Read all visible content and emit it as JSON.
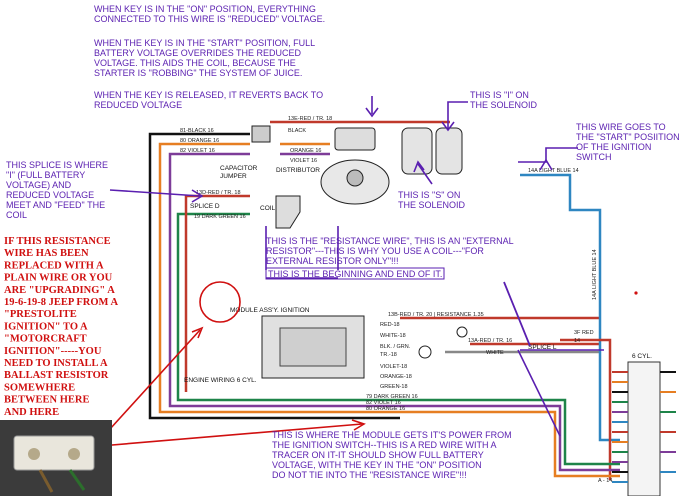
{
  "annotations": {
    "key_on": [
      "WHEN KEY IS IN THE \"ON\" POSITION, EVERYTHING",
      "CONNECTED TO THIS WIRE IS \"REDUCED\" VOLTAGE."
    ],
    "key_start": [
      "WHEN THE KEY IS IN THE \"START\" POSITION, FULL",
      "BATTERY VOLTAGE OVERRIDES THE REDUCED",
      "VOLTAGE. THIS AIDS THE COIL, BECAUSE THE",
      "STARTER IS \"ROBBING\" THE SYSTEM OF JUICE."
    ],
    "key_released": [
      "WHEN THE KEY IS RELEASED, IT REVERTS BACK TO",
      "REDUCED VOLTAGE"
    ],
    "i_solenoid": [
      "THIS IS \"I\" ON",
      "THE SOLENOID"
    ],
    "s_solenoid": [
      "THIS IS \"S\" ON",
      "THE SOLENOID"
    ],
    "start_switch": [
      "THIS WIRE GOES TO",
      "THE \"START\" POSIITION",
      "OF THE IGNITION",
      "SWITCH"
    ],
    "splice": [
      "THIS SPLICE IS WHERE",
      "\"I\" (FULL BATTERY",
      "VOLTAGE) AND",
      "REDUCED VOLTAGE",
      "MEET AND \"FEED\" THE",
      "COIL"
    ],
    "resistance": [
      "THIS IS THE \"RESISTANCE WIRE\", THIS IS AN \"EXTERNAL",
      "RESISTOR\"---THIS IS WHY YOU USE A COIL---\"FOR",
      "EXTERNAL RESISTOR ONLY\"!!!"
    ],
    "beginning_end": "THIS IS THE BEGINNING AND END OF IT.",
    "module_power": [
      "THIS IS WHERE THE MODULE GETS IT'S POWER FROM",
      "THE IGNITION SWITCH--THIS IS A RED WIRE WITH A",
      "TRACER ON IT-IT SHOULD SHOW FULL BATTERY",
      "VOLTAGE, WITH THE KEY IN THE \"ON\" POSITION",
      "DO NOT TIE INTO THE \"RESISTANCE WIRE\"!!!"
    ]
  },
  "red_note": [
    "IF THIS RESISTANCE",
    "WIRE HAS BEEN",
    "REPLACED WITH A",
    "PLAIN WIRE OR YOU",
    "ARE \"UPGRADING\" A",
    "19-6-19-8 JEEP FROM A",
    "\"PRESTOLITE",
    "IGNITION\" TO A",
    "\"MOTORCRAFT",
    "IGNITION\"-----YOU",
    "NEED TO INSTALL A",
    "BALLAST RESISTOR",
    "SOMEWHERE",
    "BETWEEN HERE",
    "AND HERE"
  ],
  "wire_labels": {
    "w13e": "13E-RED / TR. 18",
    "black": "BLACK",
    "w81": "81-BLACK 16",
    "w80_top": "80 ORANGE 16",
    "w82": "82 VIOLET 16",
    "orange": "ORANGE 16",
    "violet": "VIOLET 16",
    "w14a": "14A LIGHT BLUE 14",
    "w13d": "13D-RED / TR. 18",
    "w19": "19 DARK GREEN 16",
    "w13b": "13B-RED / TR. 20 | RESISTANCE 1.35",
    "red18": "RED-18",
    "white18": "WHITE-18",
    "blk_grn": "BLK. / GRN.",
    "tr18": "TR.-18",
    "violet18": "VIOLET-18",
    "orange18": "ORANGE-18",
    "green18": "GREEN-18",
    "w79": "79 DARK GREEN 16",
    "w82b": "82 VIOLET 16",
    "w80b": "80 ORANGE 16",
    "w13a": "13A-RED / TR. 16",
    "w3f": "3F RED",
    "w14": "14",
    "white": "WHITE",
    "vert_blue": "14A LIGHT BLUE 14",
    "w14b": "A - 14"
  },
  "components": {
    "capacitor": "CAPACITOR",
    "jumper": "JUMPER",
    "distributor": "DISTRIBUTOR",
    "splice_d": "SPLICE D",
    "coil": "COIL",
    "module": "MODULE ASS'Y. IGNITION",
    "engine_wiring": "ENGINE WIRING 6 CYL.",
    "splice_l": "SPLICE L",
    "six_cyl": "6 CYL."
  },
  "colors": {
    "annotation": "#5a1fb0",
    "red_note": "#d01010",
    "wire_red": "#c0392b",
    "wire_orange": "#e67e22",
    "wire_violet": "#7d3c98",
    "wire_green": "#1e8449",
    "wire_blue": "#2e86c1",
    "wire_black": "#111111"
  }
}
